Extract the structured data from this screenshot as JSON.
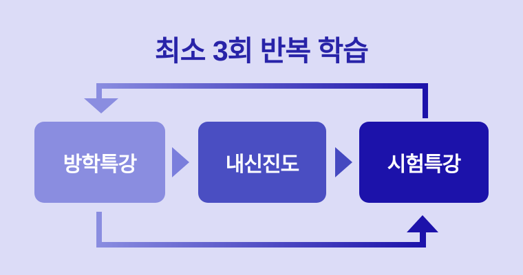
{
  "title": "최소 3회 반복 학습",
  "diagram": {
    "type": "cycle-flow",
    "steps": [
      {
        "label": "방학특강",
        "color": "#8a8de0"
      },
      {
        "label": "내신진도",
        "color": "#4a4ec2"
      },
      {
        "label": "시험특강",
        "color": "#1c12aa"
      }
    ],
    "connectors": [
      {
        "from": "방학특강",
        "to": "내신진도",
        "icon": "chevron-right-icon"
      },
      {
        "from": "내신진도",
        "to": "시험특강",
        "icon": "chevron-right-icon"
      },
      {
        "from": "시험특강",
        "to": "방학특강",
        "path": "top-loop",
        "icon": "arrow-down-icon"
      },
      {
        "from": "방학특강",
        "to": "시험특강",
        "path": "bottom-loop",
        "icon": "arrow-up-icon"
      }
    ],
    "colors": {
      "background": "#dcdcf7",
      "title_text": "#2823a8",
      "box_text": "#ffffff",
      "loop_gradient_light": "#8a8de0",
      "loop_gradient_dark": "#1c12aa"
    }
  }
}
